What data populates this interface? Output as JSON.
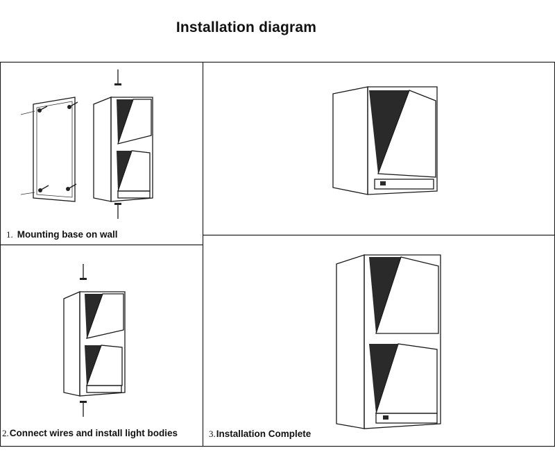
{
  "title": "Installation diagram",
  "steps": [
    {
      "num": "1.",
      "label": "Mounting base on wall"
    },
    {
      "num": "2.",
      "label": "Connect wires and install light bodies"
    },
    {
      "num": "3.",
      "label": "Installation Complete"
    }
  ],
  "colors": {
    "line": "#1a1a1a",
    "fill_dark": "#2a2a2a",
    "border": "#222222"
  }
}
